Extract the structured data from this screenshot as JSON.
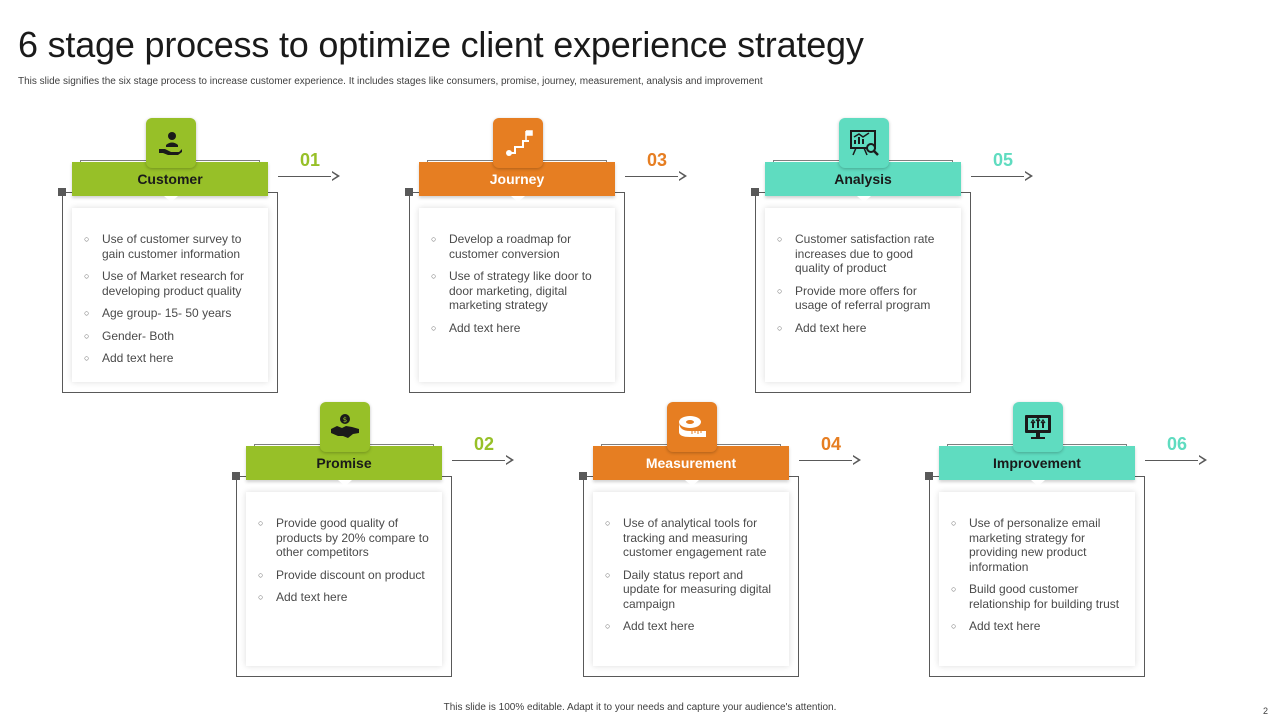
{
  "title": "6 stage process to optimize client experience strategy",
  "subtitle": "This slide signifies the six stage process to increase customer experience. It includes stages like consumers, promise, journey, measurement,  analysis and improvement",
  "footer": "This slide is 100% editable.  Adapt it to your needs and capture your audience's attention.",
  "page_number": "2",
  "colors": {
    "green": "#97c028",
    "orange": "#e67e22",
    "teal": "#5fdcc0",
    "line": "#595959"
  },
  "stages": [
    {
      "number": "01",
      "title": "Customer",
      "icon": "customer-hand-icon",
      "color": "green",
      "items": [
        "Use of customer survey to gain customer information",
        "Use of Market research for developing product quality",
        "Age group- 15- 50 years",
        "Gender- Both",
        "Add text here"
      ]
    },
    {
      "number": "02",
      "title": "Promise",
      "icon": "handshake-icon",
      "color": "green",
      "items": [
        "Provide good quality of products by 20% compare to other competitors",
        "Provide discount on product",
        "Add text here"
      ]
    },
    {
      "number": "03",
      "title": "Journey",
      "icon": "roadmap-icon",
      "color": "orange",
      "items": [
        "Develop a roadmap for customer conversion",
        "Use of strategy like door to door marketing, digital marketing strategy",
        "Add text here"
      ]
    },
    {
      "number": "04",
      "title": "Measurement",
      "icon": "measuring-tape-icon",
      "color": "orange",
      "items": [
        "Use of analytical tools for tracking and measuring customer engagement rate",
        "Daily status report and update for measuring digital campaign",
        "Add text here"
      ]
    },
    {
      "number": "05",
      "title": "Analysis",
      "icon": "analysis-chart-icon",
      "color": "teal",
      "items": [
        "Customer satisfaction rate increases due to good quality of product",
        "Provide more offers for usage of referral program",
        "Add text here"
      ]
    },
    {
      "number": "06",
      "title": "Improvement",
      "icon": "improvement-monitor-icon",
      "color": "teal",
      "items": [
        "Use of personalize email marketing strategy for providing new product information",
        "Build good customer relationship for building trust",
        "Add text here"
      ]
    }
  ]
}
